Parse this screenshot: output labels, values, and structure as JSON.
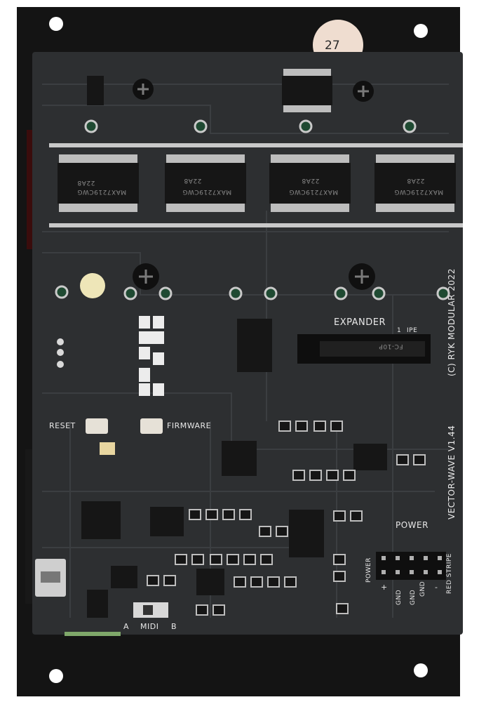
{
  "board": {
    "panel_color": "#141414",
    "pcb_color": "#2d2f31",
    "trace_color": "#3a3d40",
    "pad_color": "#c9c9c9",
    "sticker_color": "#efddd0",
    "version_label": "VECTOR-WAVE V1.44",
    "maker_label": "(C) RYK MODULAR 2022",
    "expander_label": "EXPANDER",
    "expander_hint": "1",
    "expander_stripe": "IPE",
    "reset_label": "RESET",
    "firmware_label": "FIRMWARE",
    "power_label": "POWER",
    "power_vertical": "POWER",
    "red_stripe_label": "RED STRIPE",
    "gnd_1": "GND",
    "gnd_2": "GND",
    "gnd_3": "GND",
    "plus_sign": "+",
    "minus_sign": "-",
    "midi_label": "MIDI",
    "midi_a": "A",
    "midi_b": "B",
    "sticker_number": "27",
    "chip_labels": [
      "MAX7219CWG",
      "MAX7219CWG",
      "MAX7219CWG",
      "MAX7219CWG"
    ],
    "chip_codes": [
      "22A8",
      "22A8",
      "22A8",
      "22A8"
    ],
    "connector_label": "FC-10P"
  }
}
